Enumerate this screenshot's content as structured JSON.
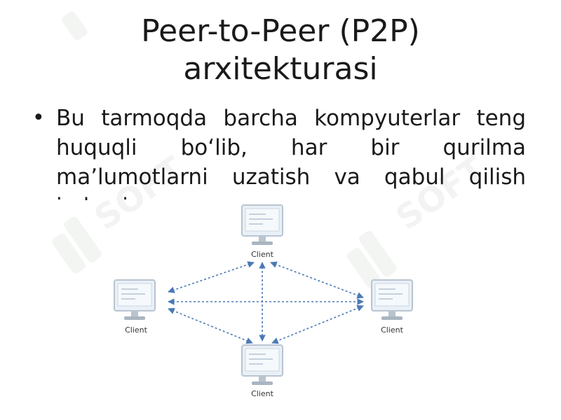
{
  "slide": {
    "title_line1": "Peer-to-Peer (P2P)",
    "title_line2": "arxitekturasi",
    "bullet_text": "Bu tarmoqda barcha kompyuterlar teng huquqli bo‘lib, har bir qurilma ma’lumotlarni uzatish va qabul qilish imkoniga ega."
  },
  "diagram": {
    "nodes": [
      {
        "id": "top",
        "label": "Client"
      },
      {
        "id": "left",
        "label": "Client"
      },
      {
        "id": "right",
        "label": "Client"
      },
      {
        "id": "bottom",
        "label": "Client"
      }
    ]
  },
  "colors": {
    "arrow": "#4a7ab5",
    "monitor_frame": "#b9c4cf",
    "monitor_screen": "#e9f0f7",
    "text": "#1a1a1a"
  }
}
